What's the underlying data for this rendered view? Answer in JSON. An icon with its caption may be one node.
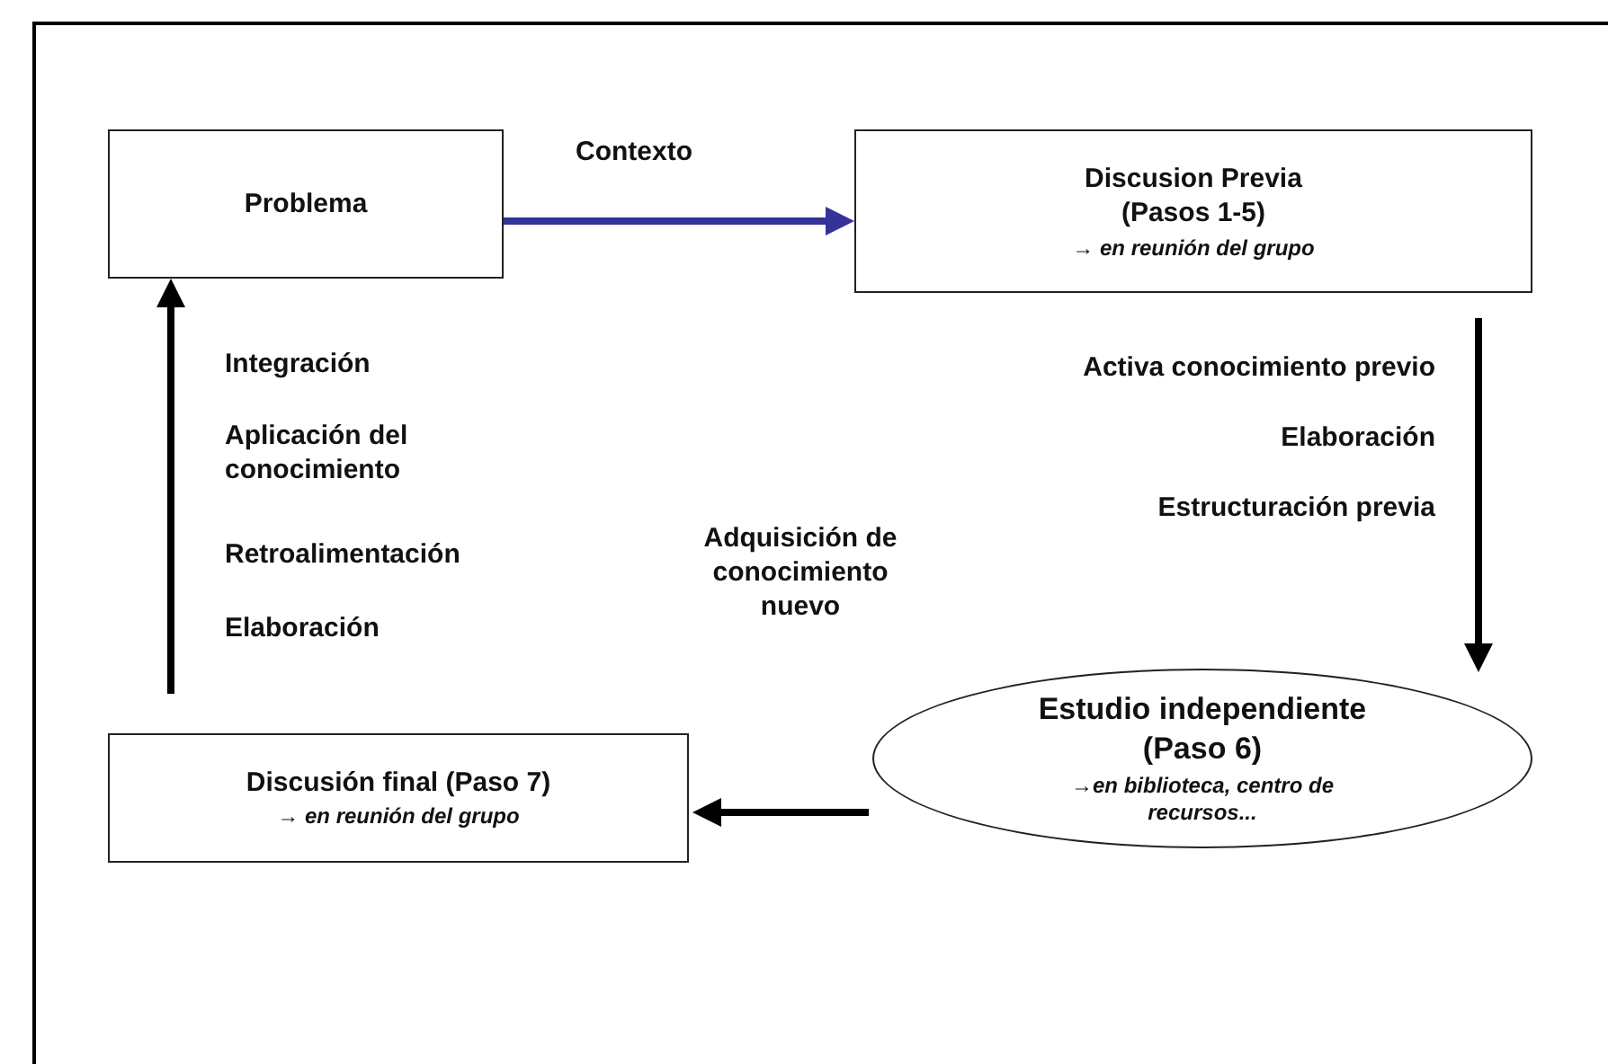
{
  "diagram": {
    "nodes": [
      {
        "text": [
          "Problema"
        ]
      },
      {
        "text": [
          "Discusion Previa (Pasos 1-5)",
          "→ en reunión del grupo"
        ]
      },
      {
        "text": [
          "Estudio independiente (Paso 6)",
          "→en biblioteca, centro de recursos..."
        ]
      },
      {
        "text": [
          "Discusión final (Paso 7)",
          "→ en reunión del grupo"
        ]
      }
    ],
    "edges": [
      {
        "from": 0,
        "to": 1,
        "arrow": "to",
        "label": "Contexto",
        "color": "#333399"
      },
      {
        "from": 1,
        "to": 2,
        "arrow": "to"
      },
      {
        "from": 2,
        "to": 3,
        "arrow": "to"
      },
      {
        "from": 3,
        "to": 0,
        "arrow": "to"
      }
    ],
    "labels": [
      "Integración",
      "Aplicación del conocimiento",
      "Retroalimentación",
      "Elaboración",
      "Activa conocimiento previo",
      "Elaboración",
      "Estructuración previa",
      "Adquisición de conocimiento nuevo"
    ]
  }
}
